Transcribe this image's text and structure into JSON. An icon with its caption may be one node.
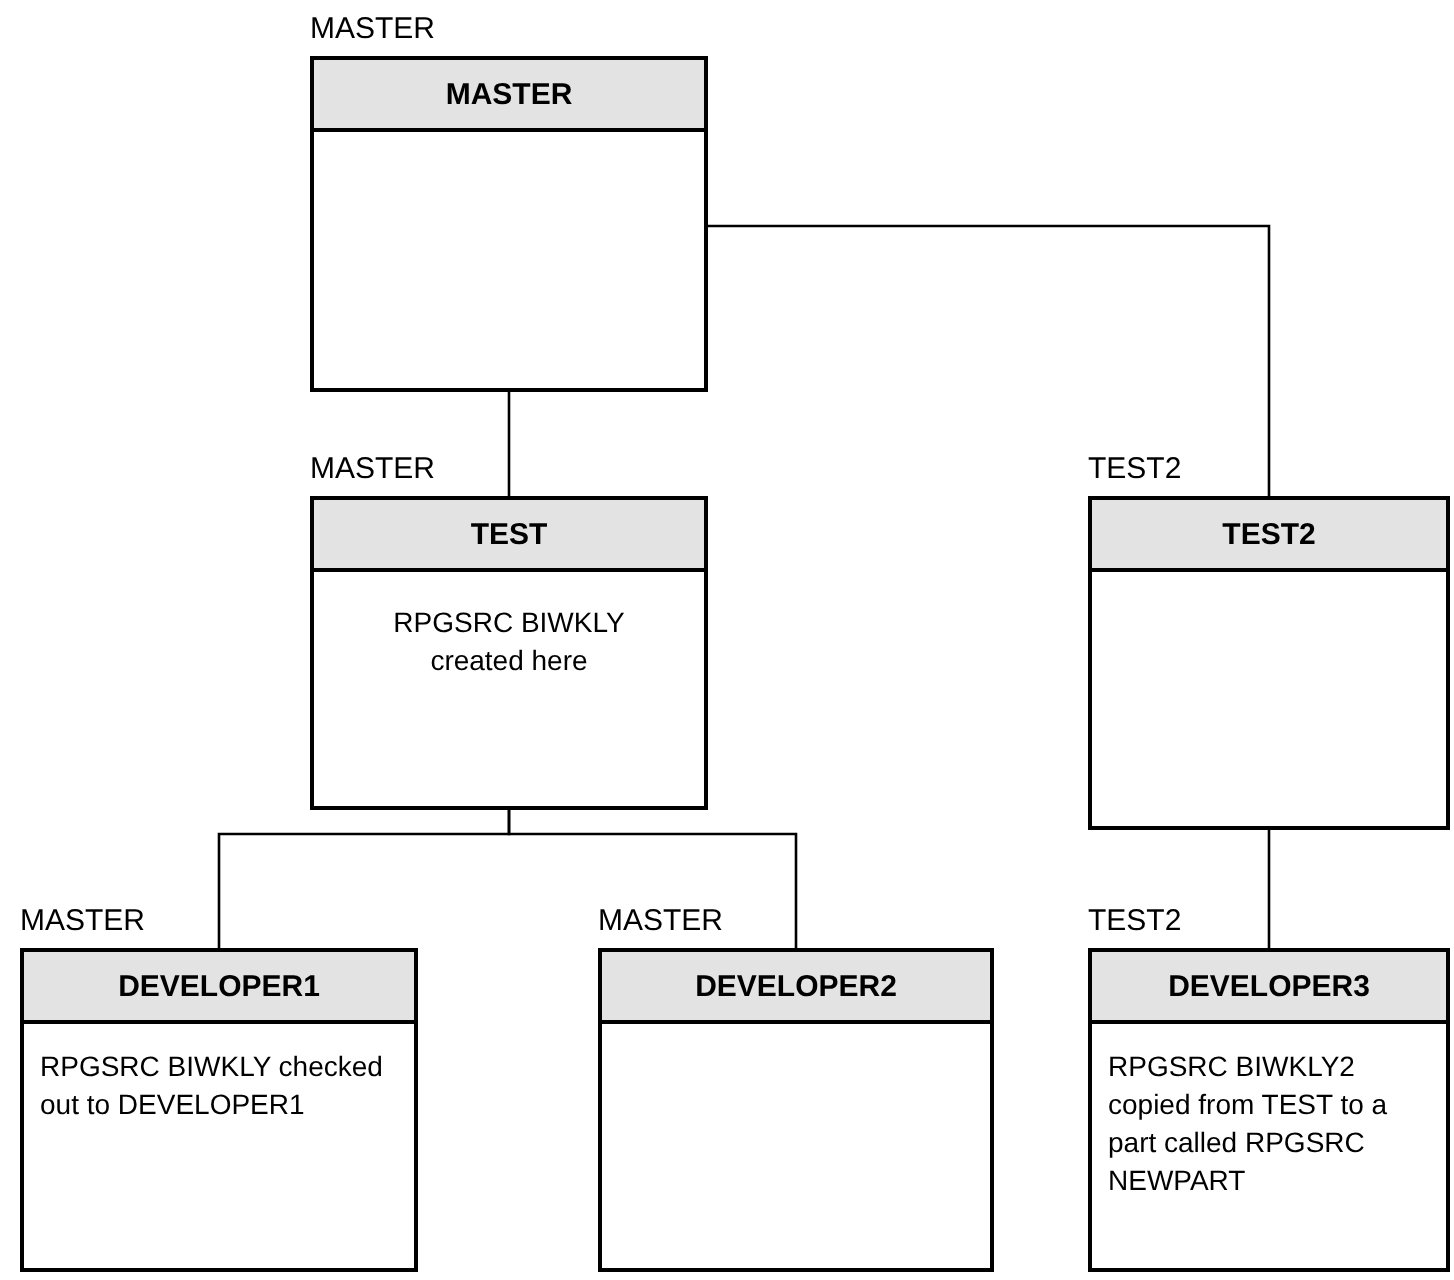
{
  "diagram": {
    "nodes": [
      {
        "text": [
          "MASTER",
          "MASTER"
        ]
      },
      {
        "text": [
          "MASTER",
          "TEST",
          "RPGSRC BIWKLY created here"
        ]
      },
      {
        "text": [
          "TEST2",
          "TEST2"
        ]
      },
      {
        "text": [
          "MASTER",
          "DEVELOPER1",
          "RPGSRC BIWKLY checked out to DEVELOPER1"
        ]
      },
      {
        "text": [
          "MASTER",
          "DEVELOPER2"
        ]
      },
      {
        "text": [
          "TEST2",
          "DEVELOPER3",
          "RPGSRC BIWKLY2 copied from TEST to a part called RPGSRC NEWPART"
        ]
      }
    ],
    "edges": [
      {
        "from": 0,
        "to": 1,
        "arrow": "none"
      },
      {
        "from": 0,
        "to": 2,
        "arrow": "none"
      },
      {
        "from": 1,
        "to": 3,
        "arrow": "none"
      },
      {
        "from": 1,
        "to": 4,
        "arrow": "none"
      },
      {
        "from": 2,
        "to": 5,
        "arrow": "none"
      }
    ]
  }
}
